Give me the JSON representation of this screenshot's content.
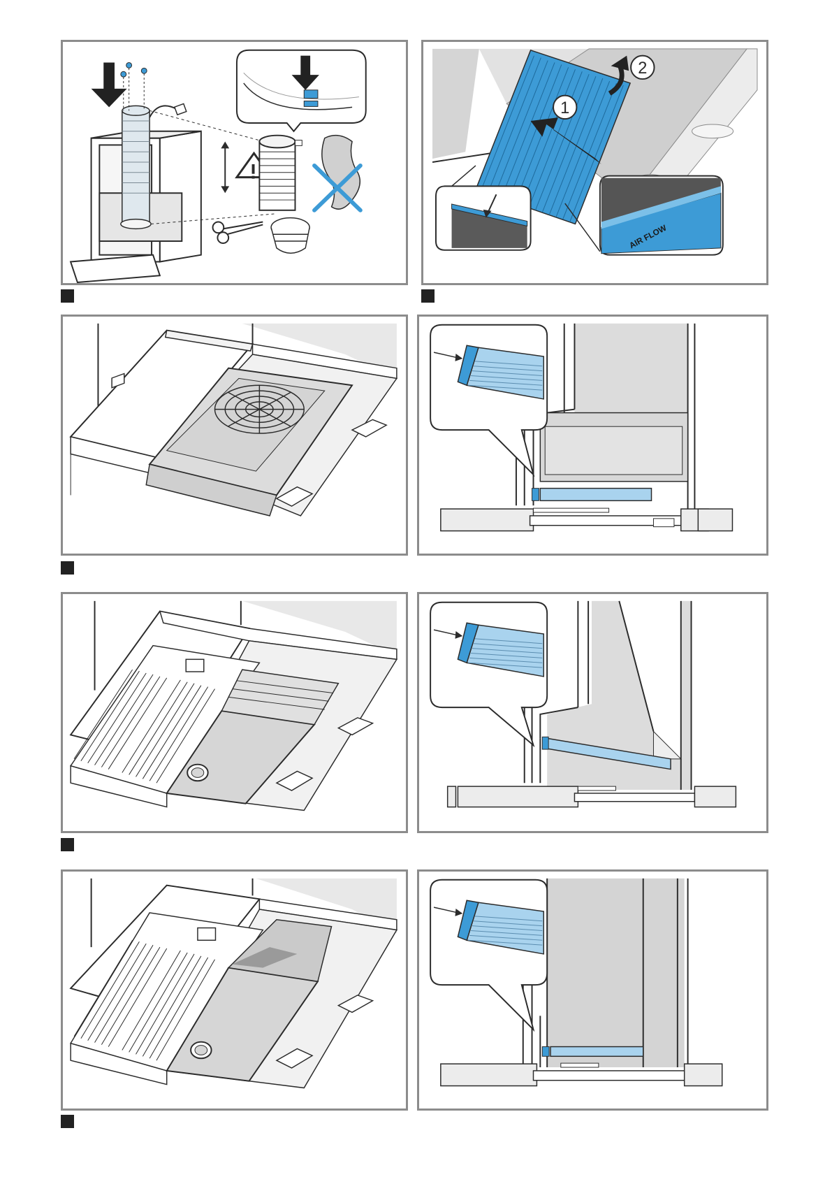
{
  "colors": {
    "frame": "#8c8c8c",
    "line": "#2b2b2b",
    "accent_blue": "#3d9bd6",
    "light_blue": "#a9d3ee",
    "grey_fill": "#dcdcdc",
    "light_grey": "#ececec",
    "marker": "#222222"
  },
  "figure_1": {
    "icons": [
      "arrow-down-icon",
      "screw-icon",
      "power-plug-icon",
      "warning-icon",
      "scissors-icon",
      "cross-out-icon",
      "duct-hose-icon"
    ],
    "callout_numbers": [
      "1",
      "2"
    ],
    "filter_label": "AIR FLOW"
  }
}
